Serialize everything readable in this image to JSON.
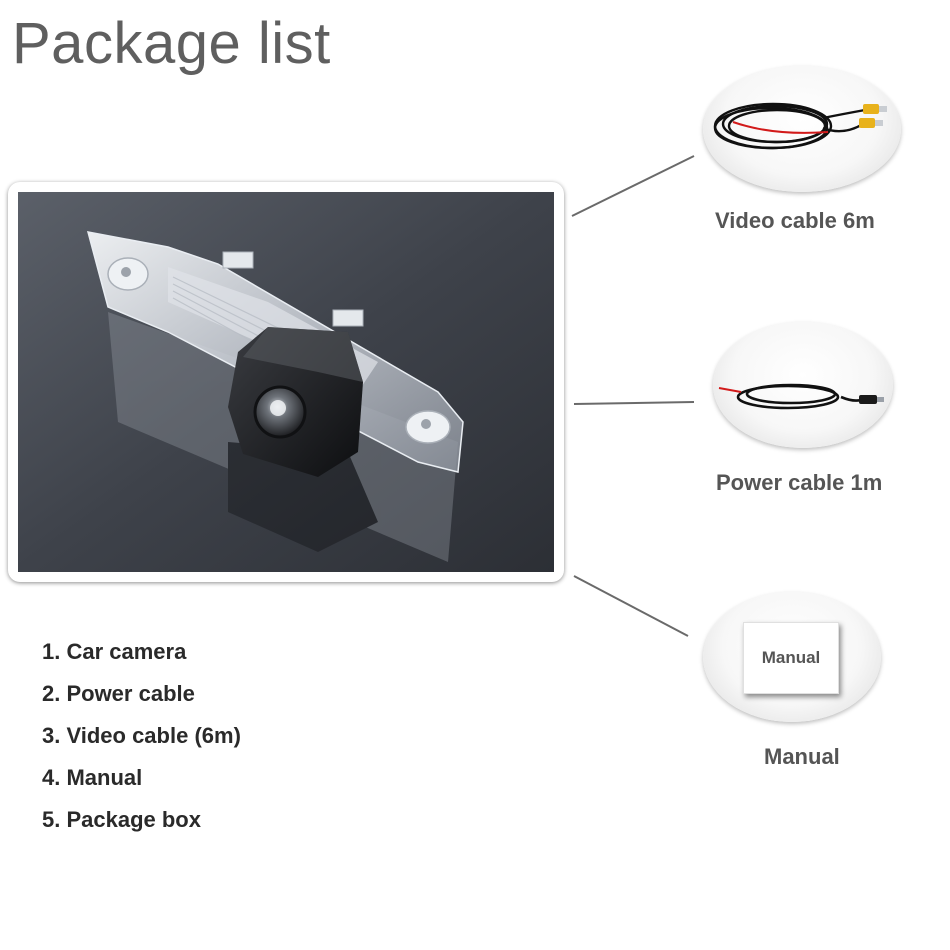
{
  "title": "Package list",
  "items": [
    {
      "caption": "Video cable 6m",
      "icon": "video-cable-icon"
    },
    {
      "caption": "Power cable 1m",
      "icon": "power-cable-icon"
    },
    {
      "caption": "Manual",
      "card_label": "Manual",
      "icon": "manual-icon"
    }
  ],
  "package_list": [
    "1. Car camera",
    "2. Power cable",
    "3. Video cable (6m)",
    "4. Manual",
    "5. Package box"
  ],
  "colors": {
    "title": "#5f5f5f",
    "caption": "#555555",
    "list_text": "#2a2a2a",
    "photo_background": "#3a3e46",
    "rca_plug": "#e8b21c",
    "cable_red": "#d21a1a"
  }
}
